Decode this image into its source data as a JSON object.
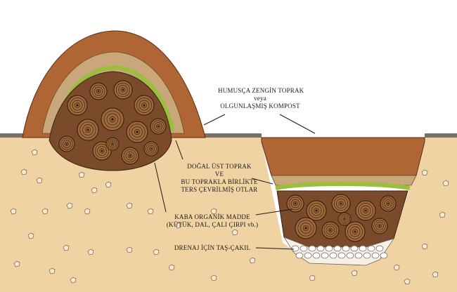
{
  "labels": {
    "humus_line1": "HUMUSÇA ZENGİN TOPRAK",
    "humus_line2": "veya",
    "humus_line3": "OLGUNLAŞMIŞ KOMPOST",
    "topsoil_line1": "DOĞAL ÜST TOPRAK",
    "topsoil_line2": "VE",
    "topsoil_line3": "BU TOPRAKLA BİRLİKTE",
    "topsoil_line4": "TERS ÇEVRİLMİŞ OTLAR",
    "organic_line1": "KABA ORGANİK MADDE",
    "organic_line2": "(KÜTÜK, DAL, ÇALI ÇIRPI vb.)",
    "drainage": "DRENAJ İÇİN TAŞ-ÇAKIL"
  },
  "colors": {
    "ground": "#f0d3a3",
    "soil_surface": "#7c7169",
    "humus": "#b06535",
    "topsoil": "#c9a77a",
    "grass": "#9abf3c",
    "wood": "#7a4a2a",
    "wood_dark": "#3a2410",
    "gravel": "#f5f0e6"
  }
}
